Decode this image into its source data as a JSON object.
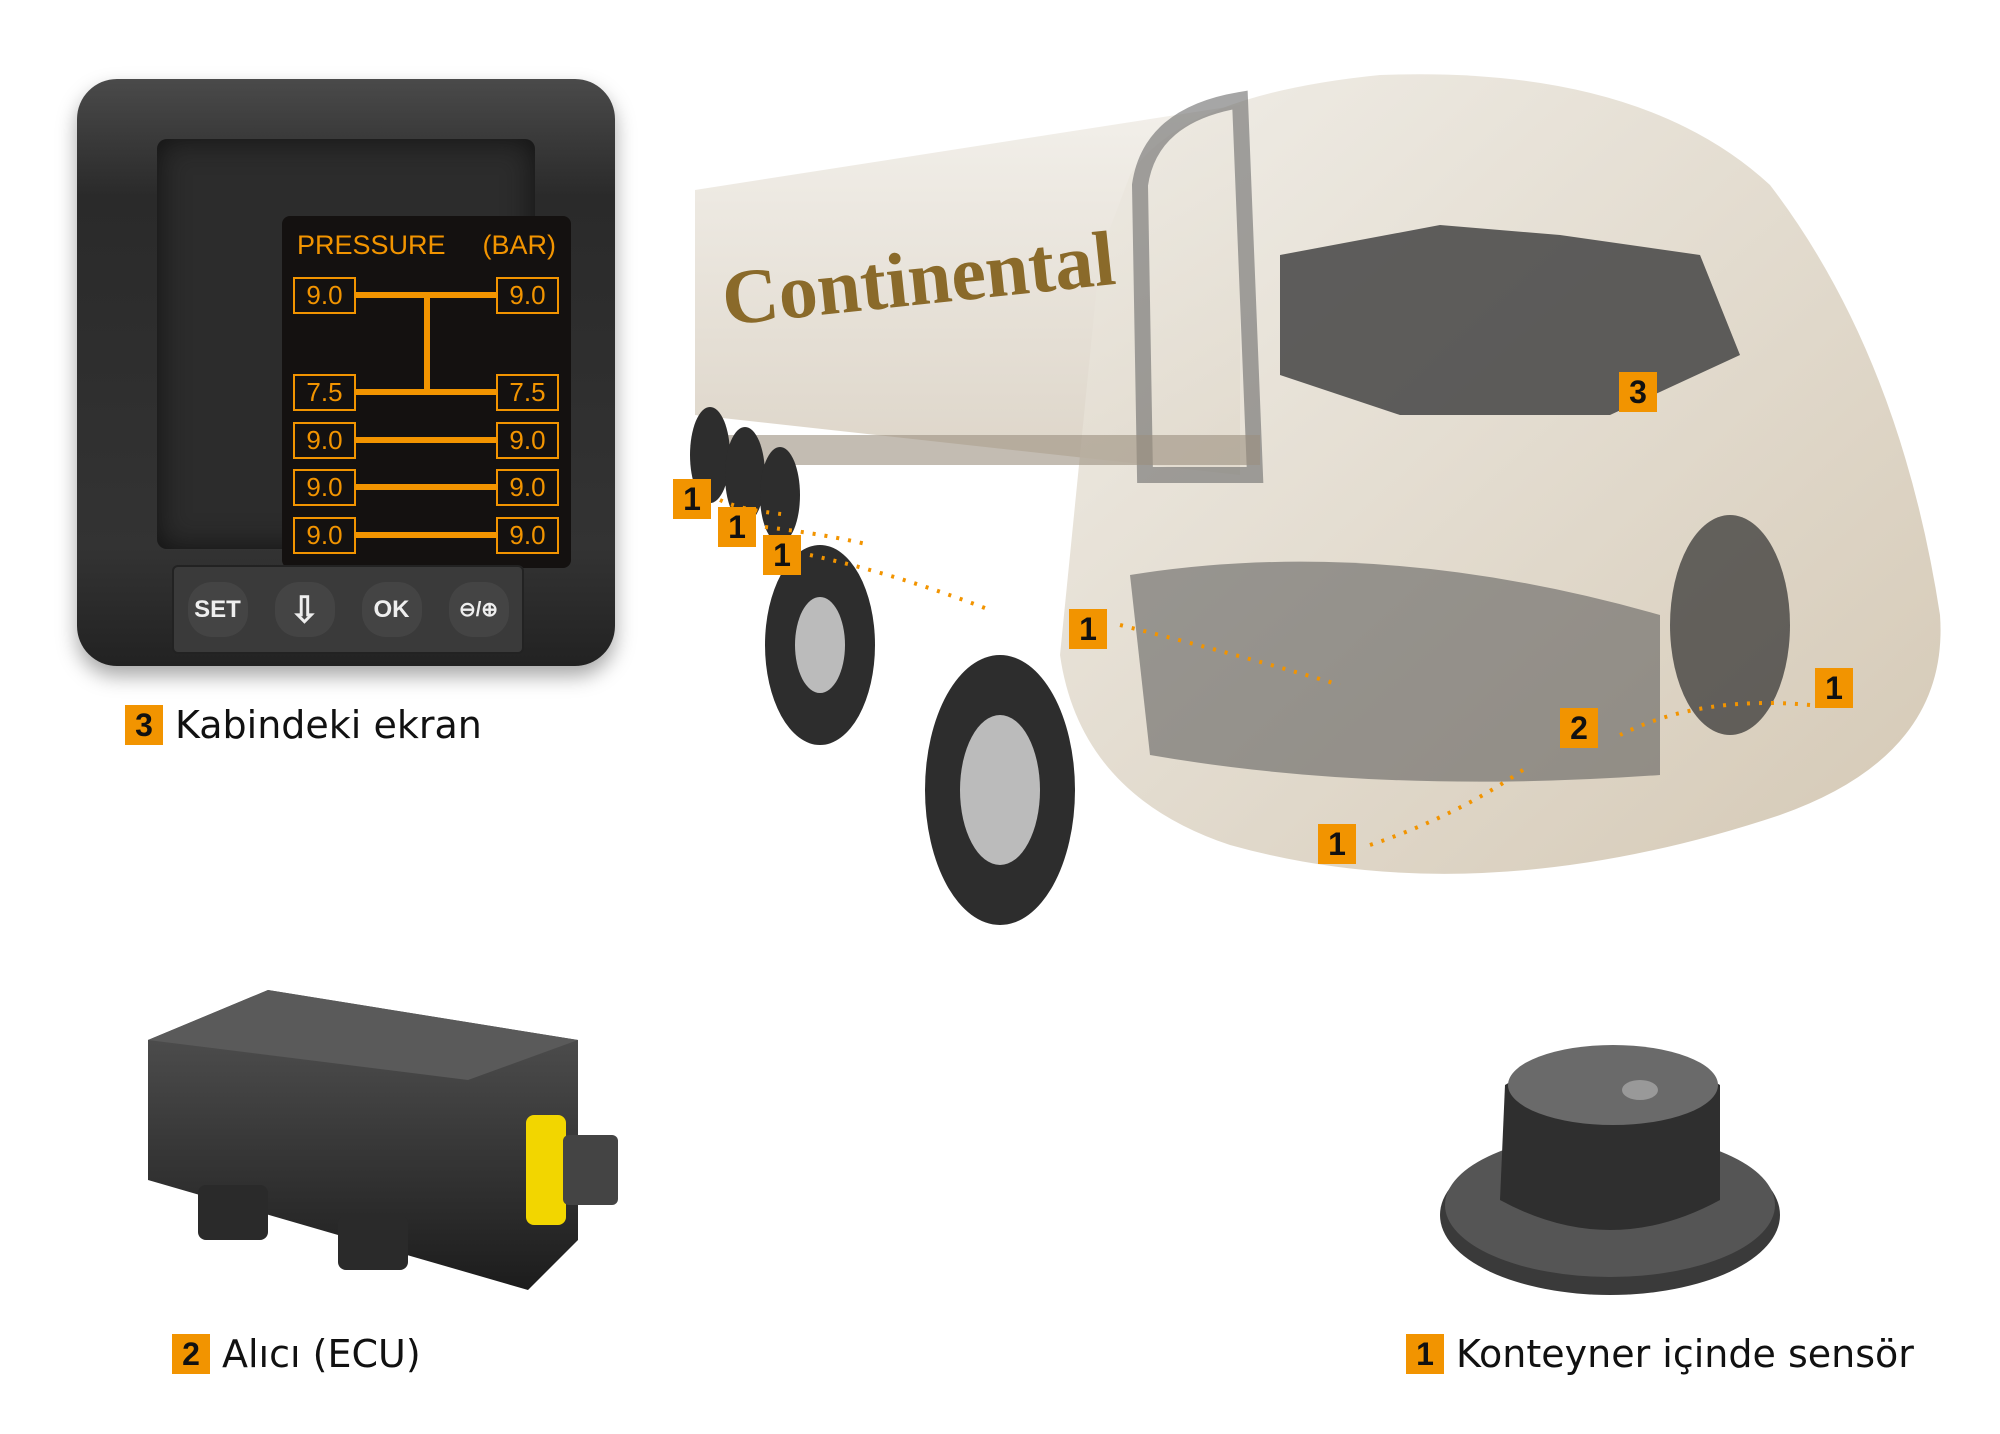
{
  "display": {
    "title": "PRESSURE",
    "unit": "(BAR)",
    "axles": [
      {
        "left": "9.0",
        "right": "9.0"
      },
      {
        "left": "7.5",
        "right": "7.5"
      },
      {
        "left": "9.0",
        "right": "9.0"
      },
      {
        "left": "9.0",
        "right": "9.0"
      },
      {
        "left": "9.0",
        "right": "9.0"
      }
    ],
    "buttons": {
      "set": "SET",
      "down": "⇩",
      "ok": "OK",
      "tpms": "⊖/⊕"
    }
  },
  "captions": [
    {
      "number": "3",
      "label": "Kabindeki ekran"
    },
    {
      "number": "2",
      "label": "Alıcı (ECU)"
    },
    {
      "number": "1",
      "label": "Konteyner içinde sensör"
    }
  ],
  "truck": {
    "brand": "Continental",
    "markers": [
      "1",
      "1",
      "1",
      "1",
      "3",
      "2",
      "1",
      "1"
    ]
  },
  "colors": {
    "accent": "#f29400",
    "connector": "#f2d600"
  }
}
